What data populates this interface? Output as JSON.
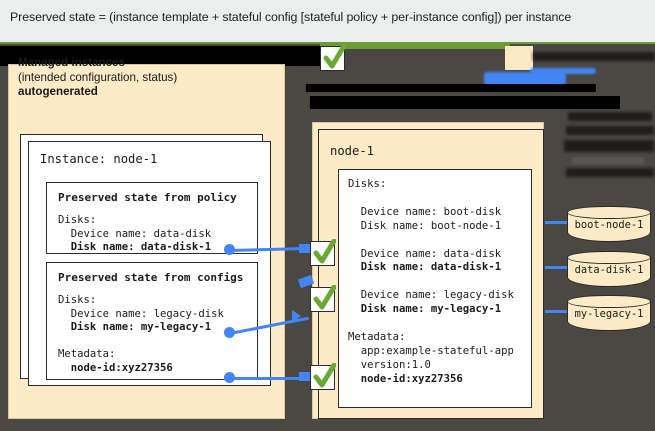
{
  "caption": {
    "text": "Preserved state = (instance template + stateful config [stateful policy + per-instance config]) per instance"
  },
  "colors": {
    "accent_green": "#6b9b37",
    "accent_blue": "#4285f4",
    "panel_cream": "#fdeac6",
    "canvas_gray": "#4b4844",
    "banner_gray": "#eceded",
    "card_white": "#ffffff",
    "ink": "#1c1c1c"
  },
  "left_panel": {
    "title_line1": "Managed instances",
    "title_line2": "(intended configuration, status)",
    "title_line3": "autogenerated",
    "instance_label": "Instance: node-1",
    "cards": [
      {
        "heading": "Preserved state from policy",
        "lines": [
          "Disks:",
          "  Device name: data-disk",
          "  Disk name: data-disk-1"
        ],
        "bold_lines": [
          "  Disk name: data-disk-1"
        ]
      },
      {
        "heading": "Preserved state from configs",
        "lines": [
          "Disks:",
          "  Device name: legacy-disk",
          "  Disk name: my-legacy-1",
          "",
          "Metadata:",
          "  node-id:xyz27356"
        ],
        "bold_lines": [
          "  Disk name: my-legacy-1",
          "  node-id:xyz27356"
        ]
      }
    ]
  },
  "right_panel": {
    "node_label": "node-1",
    "disks_heading": "Disks:",
    "disk_entries": [
      {
        "device": "  Device name: boot-disk",
        "disk": "  Disk name: boot-node-1",
        "bold": false,
        "checked": false
      },
      {
        "device": "  Device name: data-disk",
        "disk": "  Disk name: data-disk-1",
        "bold": true,
        "checked": true
      },
      {
        "device": "  Device name: legacy-disk",
        "disk": "  Disk name: my-legacy-1",
        "bold": true,
        "checked": true
      }
    ],
    "metadata_heading": "Metadata:",
    "metadata_lines": [
      "  app:example-stateful-app",
      "  version:1.0",
      "  node-id:xyz27356"
    ],
    "metadata_bold_line": "  node-id:xyz27356"
  },
  "disks": [
    {
      "label": "boot-node-1"
    },
    {
      "label": "data-disk-1"
    },
    {
      "label": "my-legacy-1"
    }
  ],
  "icons": {
    "check": "check-mark-icon"
  }
}
